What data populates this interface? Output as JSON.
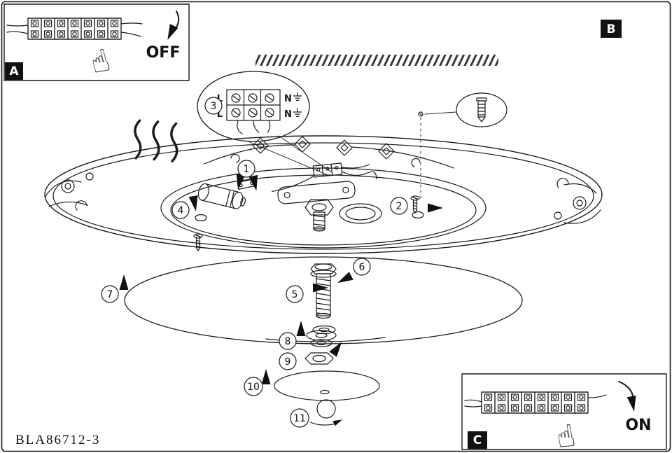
{
  "document": {
    "part_number": "BLA86712-3"
  },
  "insets": {
    "a": {
      "label": "A",
      "state_label": "OFF"
    },
    "b": {
      "label": "B"
    },
    "c": {
      "label": "C",
      "state_label": "ON"
    }
  },
  "terminal_callout": {
    "labels": {
      "top_left": "L",
      "top_right": "N",
      "bottom_left": "L",
      "bottom_right": "N"
    }
  },
  "steps": [
    {
      "number": "1"
    },
    {
      "number": "2"
    },
    {
      "number": "3"
    },
    {
      "number": "4"
    },
    {
      "number": "5"
    },
    {
      "number": "6"
    },
    {
      "number": "7"
    },
    {
      "number": "8"
    },
    {
      "number": "9"
    },
    {
      "number": "10"
    },
    {
      "number": "11"
    }
  ],
  "icons": {
    "hand": "☝"
  }
}
